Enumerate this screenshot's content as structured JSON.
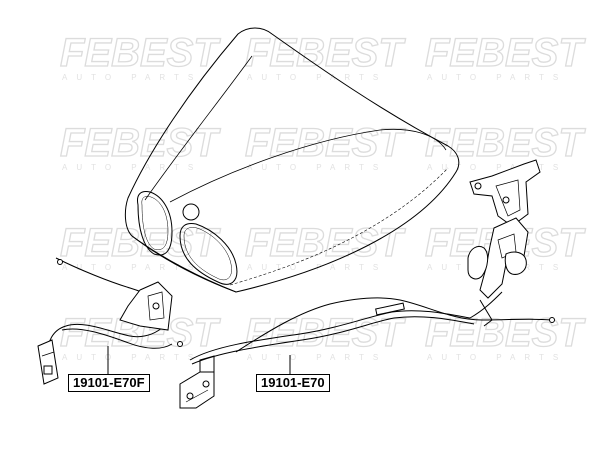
{
  "watermark": {
    "brand": "FEBEST",
    "tagline": "AUTO PARTS"
  },
  "parts": {
    "left_label": "19101-E70F",
    "right_label": "19101-E70"
  },
  "colors": {
    "line": "#000000",
    "watermark": "#dcdcdc",
    "background": "#ffffff"
  }
}
